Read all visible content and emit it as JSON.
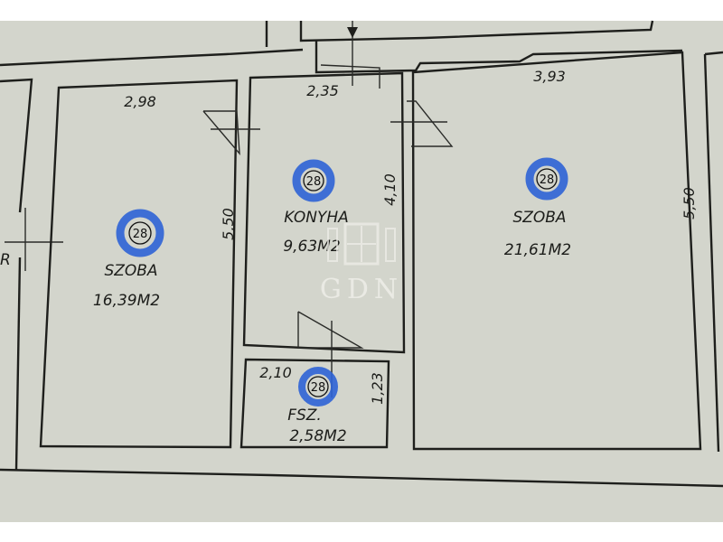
{
  "rooms": [
    {
      "name": "SZOBA",
      "area": "16,39M2",
      "marker": "28",
      "width_dim": "2,98",
      "depth_dim": "5,50"
    },
    {
      "name": "KONYHA",
      "area": "9,63M2",
      "marker": "28",
      "width_dim": "2,35",
      "depth_dim": "4,10"
    },
    {
      "name": "SZOBA",
      "area": "21,61M2",
      "marker": "28",
      "width_dim": "3,93",
      "depth_dim": "5,50"
    },
    {
      "name": "FSZ.",
      "area": "2,58M2",
      "marker": "28",
      "width_dim": "2,10",
      "depth_dim": "1,23"
    }
  ],
  "edge_label": "R",
  "watermark": "GDN",
  "colors": {
    "paper": "#d3d5cc",
    "ink": "#1e1f1c",
    "marker_blue": "#2d63d6"
  }
}
